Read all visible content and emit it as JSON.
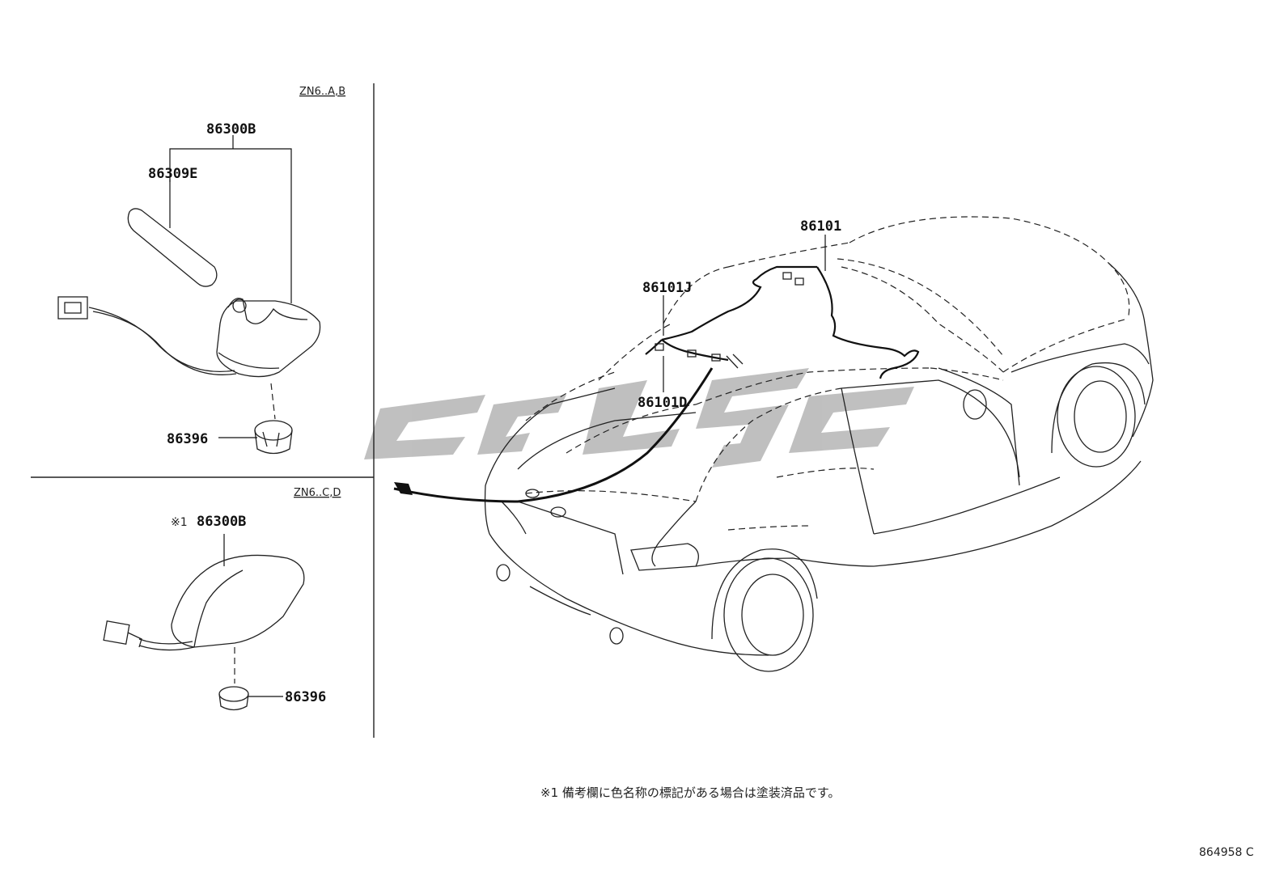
{
  "sections": {
    "top_left": "ZN6..A,B",
    "bottom_left": "ZN6..C,D"
  },
  "labels": {
    "p86300B_top": "86300B",
    "p86309E": "86309E",
    "p86396_top": "86396",
    "p86300B_bottom": "86300B",
    "ref_mark": "※1",
    "p86396_bottom": "86396",
    "p86101": "86101",
    "p86101J": "86101J",
    "p86101D": "86101D"
  },
  "footnote": "※1 備考欄に色名称の標記がある場合は塗装済品です。",
  "diagram_code": "864958 C",
  "watermark_color": "#b9b9b9"
}
